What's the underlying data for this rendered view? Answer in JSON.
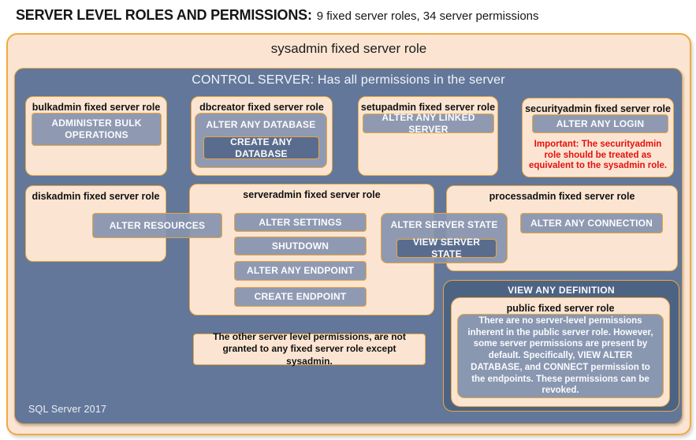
{
  "title": {
    "main": "SERVER LEVEL ROLES AND PERMISSIONS:",
    "subtitle": "9 fixed server roles, 34 server permissions"
  },
  "sysadmin_box": {
    "label": "sysadmin fixed server role"
  },
  "control_server_box": {
    "header": "CONTROL SERVER: Has all permissions in the server"
  },
  "roles": {
    "bulkadmin": {
      "label": "bulkadmin fixed server role",
      "perm": "ADMINISTER  BULK OPERATIONS"
    },
    "dbcreator": {
      "label": "dbcreator fixed server role",
      "perm_outer": "ALTER ANY DATABASE",
      "perm_inner": "CREATE ANY DATABASE"
    },
    "setupadmin": {
      "label": "setupadmin fixed server role",
      "perm": "ALTER ANY LINKED SERVER"
    },
    "securityadmin": {
      "label": "securityadmin fixed server role",
      "perm": "ALTER ANY LOGIN",
      "warning": "Important: The securityadmin role should be treated as equivalent to the sysadmin role."
    },
    "diskadmin": {
      "label": "diskadmin fixed server role",
      "perm": "ALTER RESOURCES"
    },
    "serveradmin": {
      "label": "serveradmin fixed server role",
      "perms": [
        "ALTER SETTINGS",
        "SHUTDOWN",
        "ALTER ANY ENDPOINT",
        "CREATE ENDPOINT"
      ],
      "perm_outer": "ALTER SERVER STATE",
      "perm_inner": "VIEW SERVER STATE"
    },
    "processadmin": {
      "label": "processadmin fixed server role",
      "perm": "ALTER ANY CONNECTION"
    },
    "public": {
      "container_label": "VIEW ANY DEFINITION",
      "label": "public fixed server role",
      "description": "There are no server-level permissions inherent in the public server role. However, some server permissions are present by default. Specifically, VIEW ALTER DATABASE, and CONNECT permission to the endpoints. These permissions can be revoked."
    }
  },
  "notes": {
    "other_permissions": "The other server level permissions,  are not granted to any fixed server role except sysadmin."
  },
  "footer": {
    "version_label": "SQL Server 2017"
  },
  "colors": {
    "background_blue": "#62779A",
    "peach": "#FBE5D2",
    "gold_border": "#E9A83F",
    "permission_gray": "#8694AF",
    "permission_dark": "#5A6C8D",
    "view_any_definition_dark": "#4D6384",
    "warning_red": "#E60F0F"
  }
}
